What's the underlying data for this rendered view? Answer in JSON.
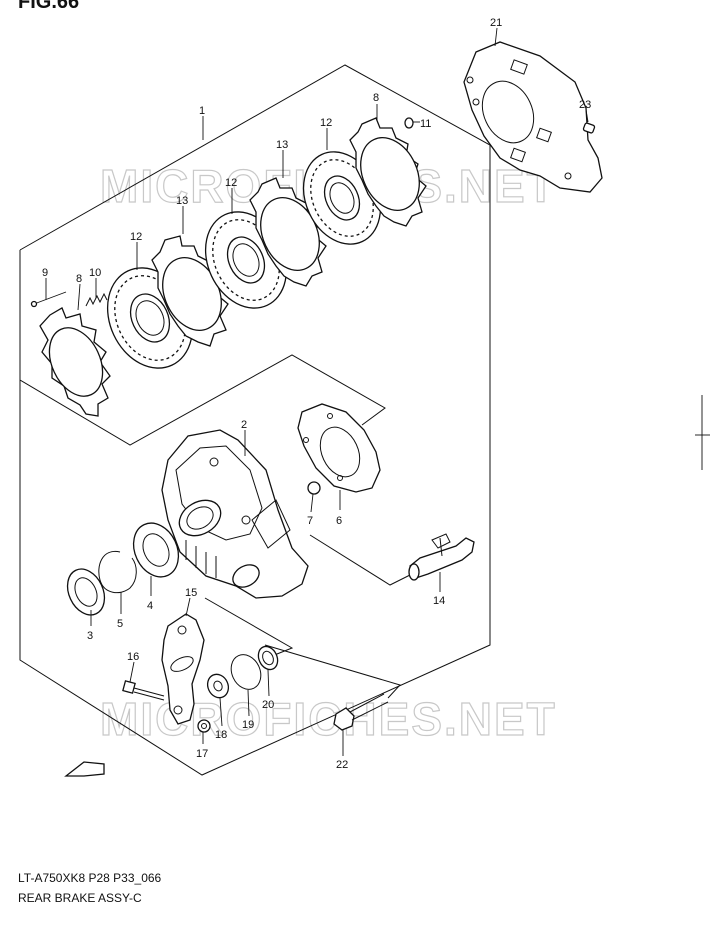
{
  "figure_label": "FIG.66",
  "watermark": "MICROFICHES.NET",
  "footer": {
    "code": "LT-A750XK8 P28 P33_066",
    "title": "REAR BRAKE ASSY-C"
  },
  "fwd_label": "FWD",
  "callouts": [
    "1",
    "2",
    "3",
    "4",
    "5",
    "6",
    "7",
    "8",
    "8",
    "9",
    "10",
    "11",
    "12",
    "12",
    "12",
    "13",
    "13",
    "14",
    "15",
    "16",
    "17",
    "18",
    "19",
    "20",
    "21",
    "22",
    "23"
  ]
}
